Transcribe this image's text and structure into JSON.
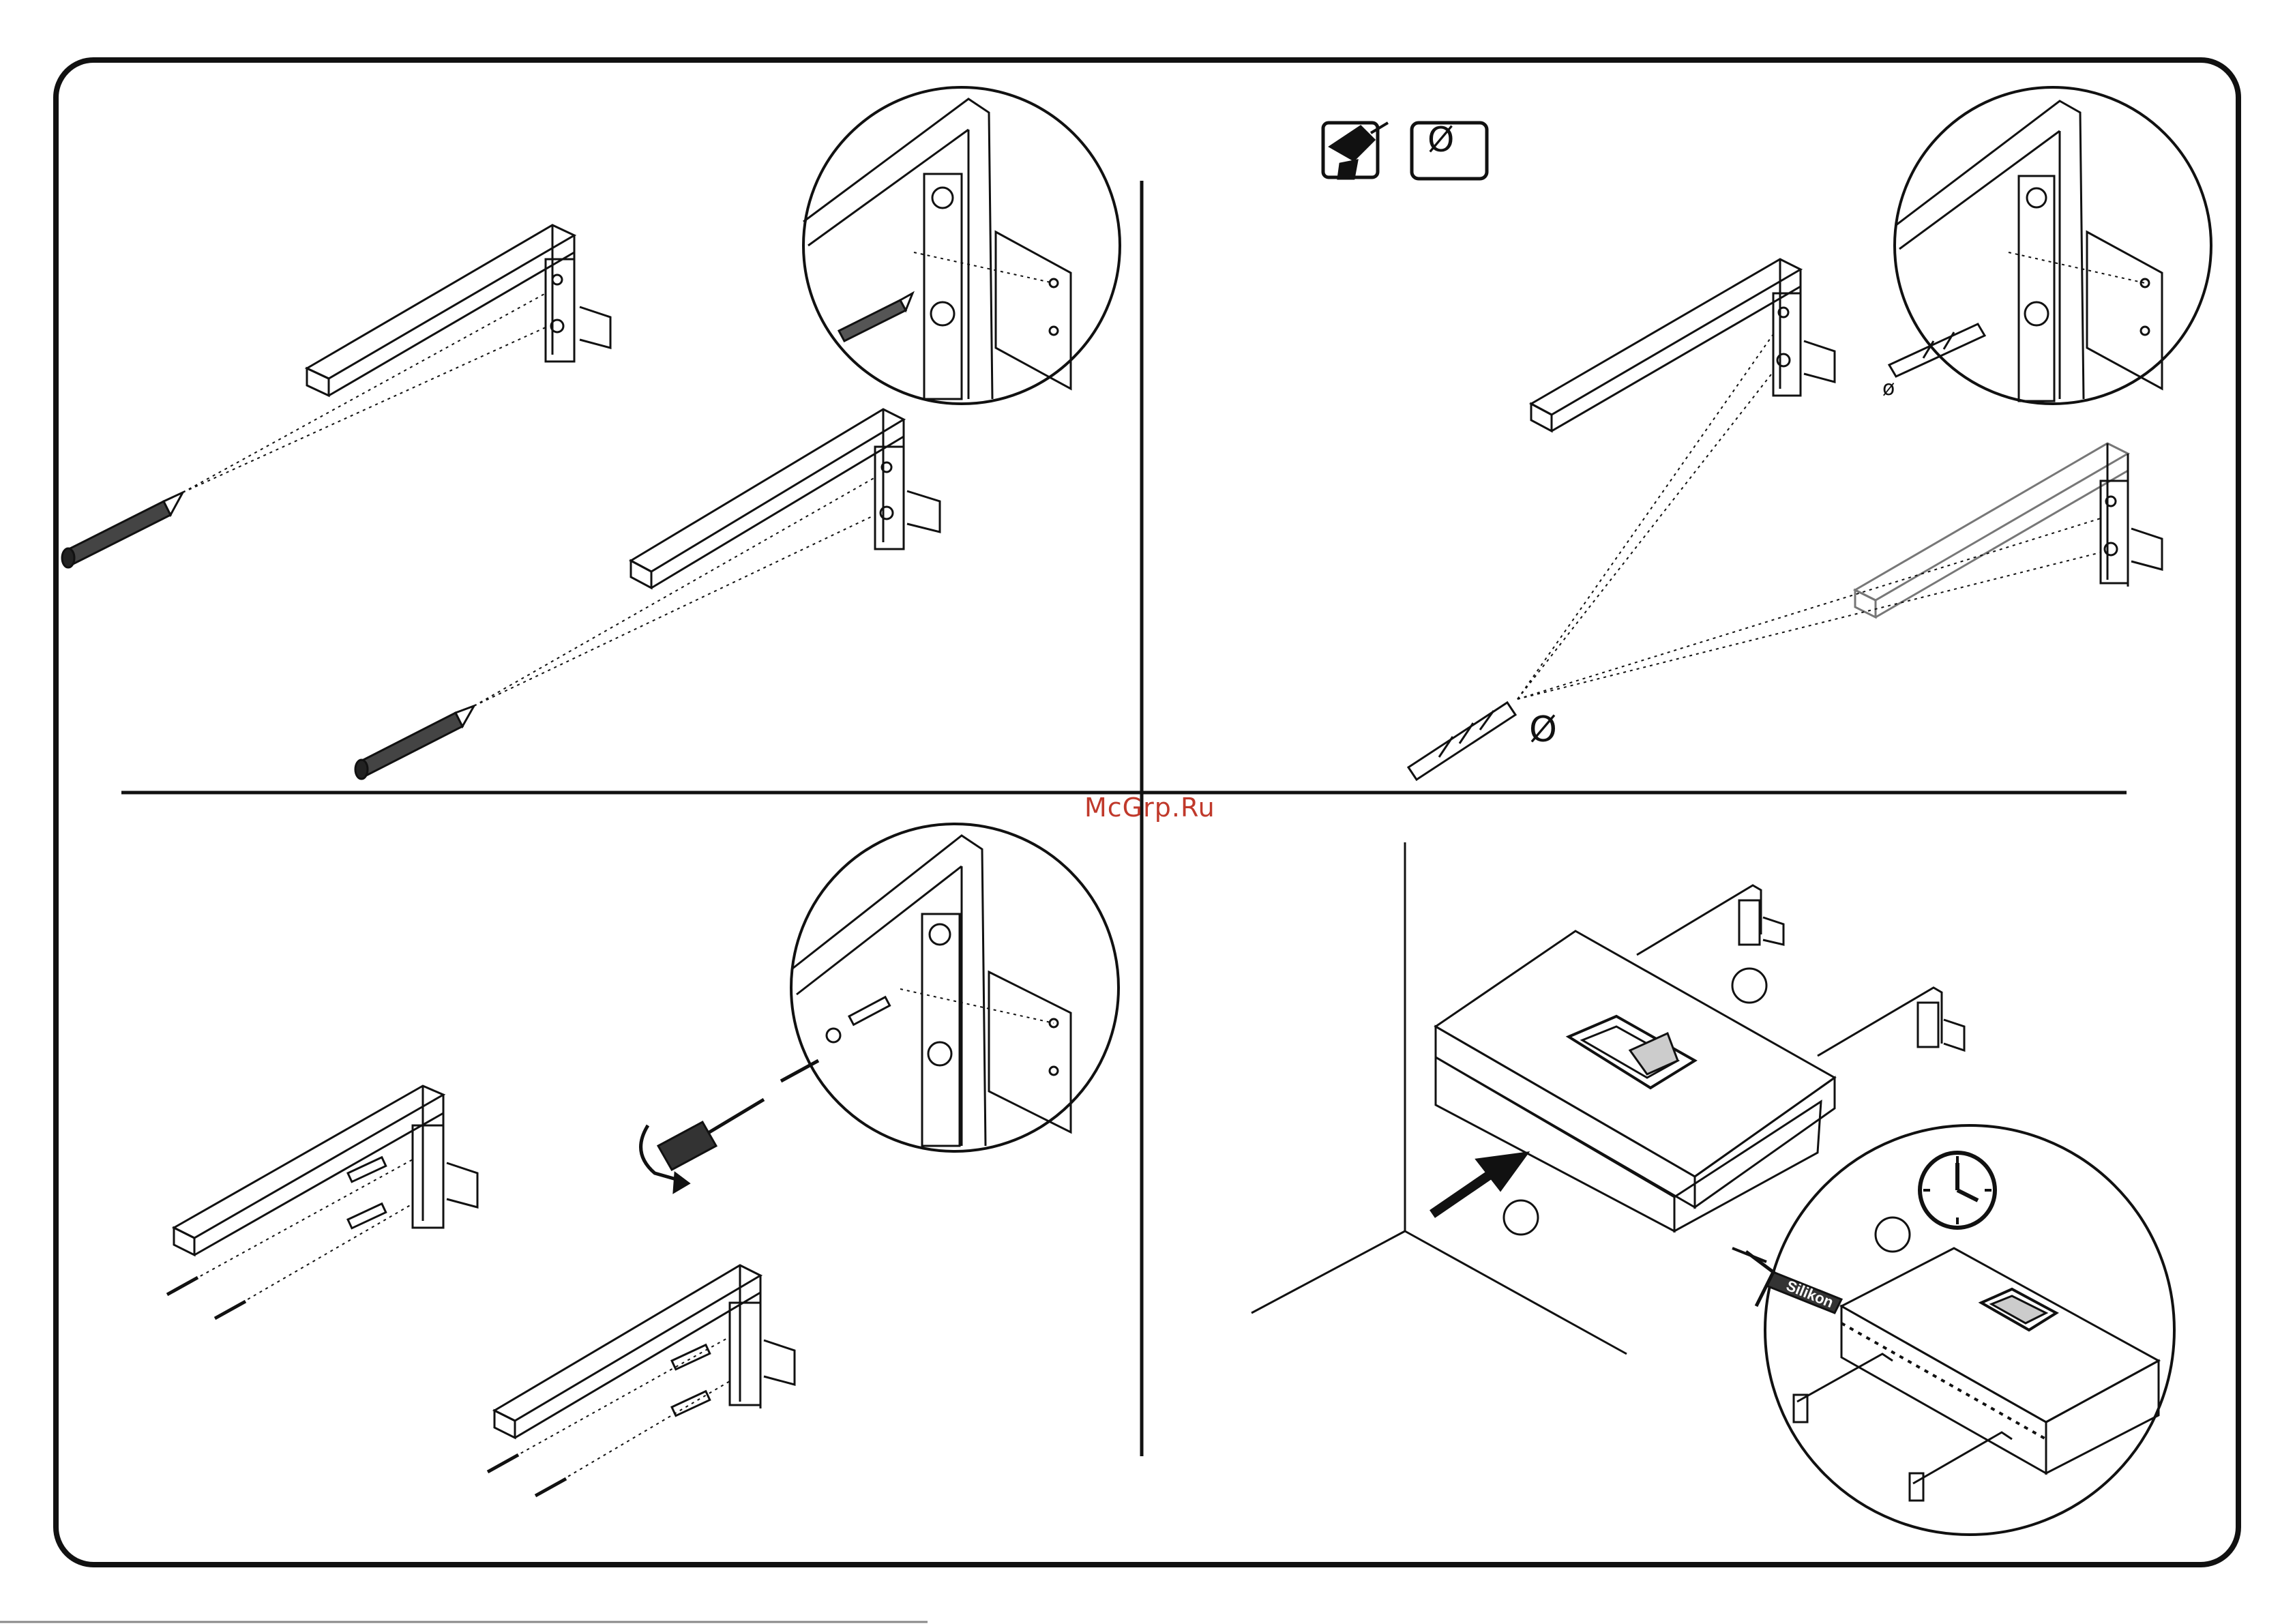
{
  "watermark": "McGrp.Ru",
  "tools": {
    "drill_icon": "drill-icon",
    "diameter_symbol": "Ø"
  },
  "step2": {
    "diameter_symbol_small": "ø",
    "diameter_symbol_large": "Ø"
  },
  "step4": {
    "silicone_label": "Silikon",
    "clock_icon": "clock-icon"
  },
  "colors": {
    "line": "#111111",
    "watermark": "#c0392b"
  }
}
